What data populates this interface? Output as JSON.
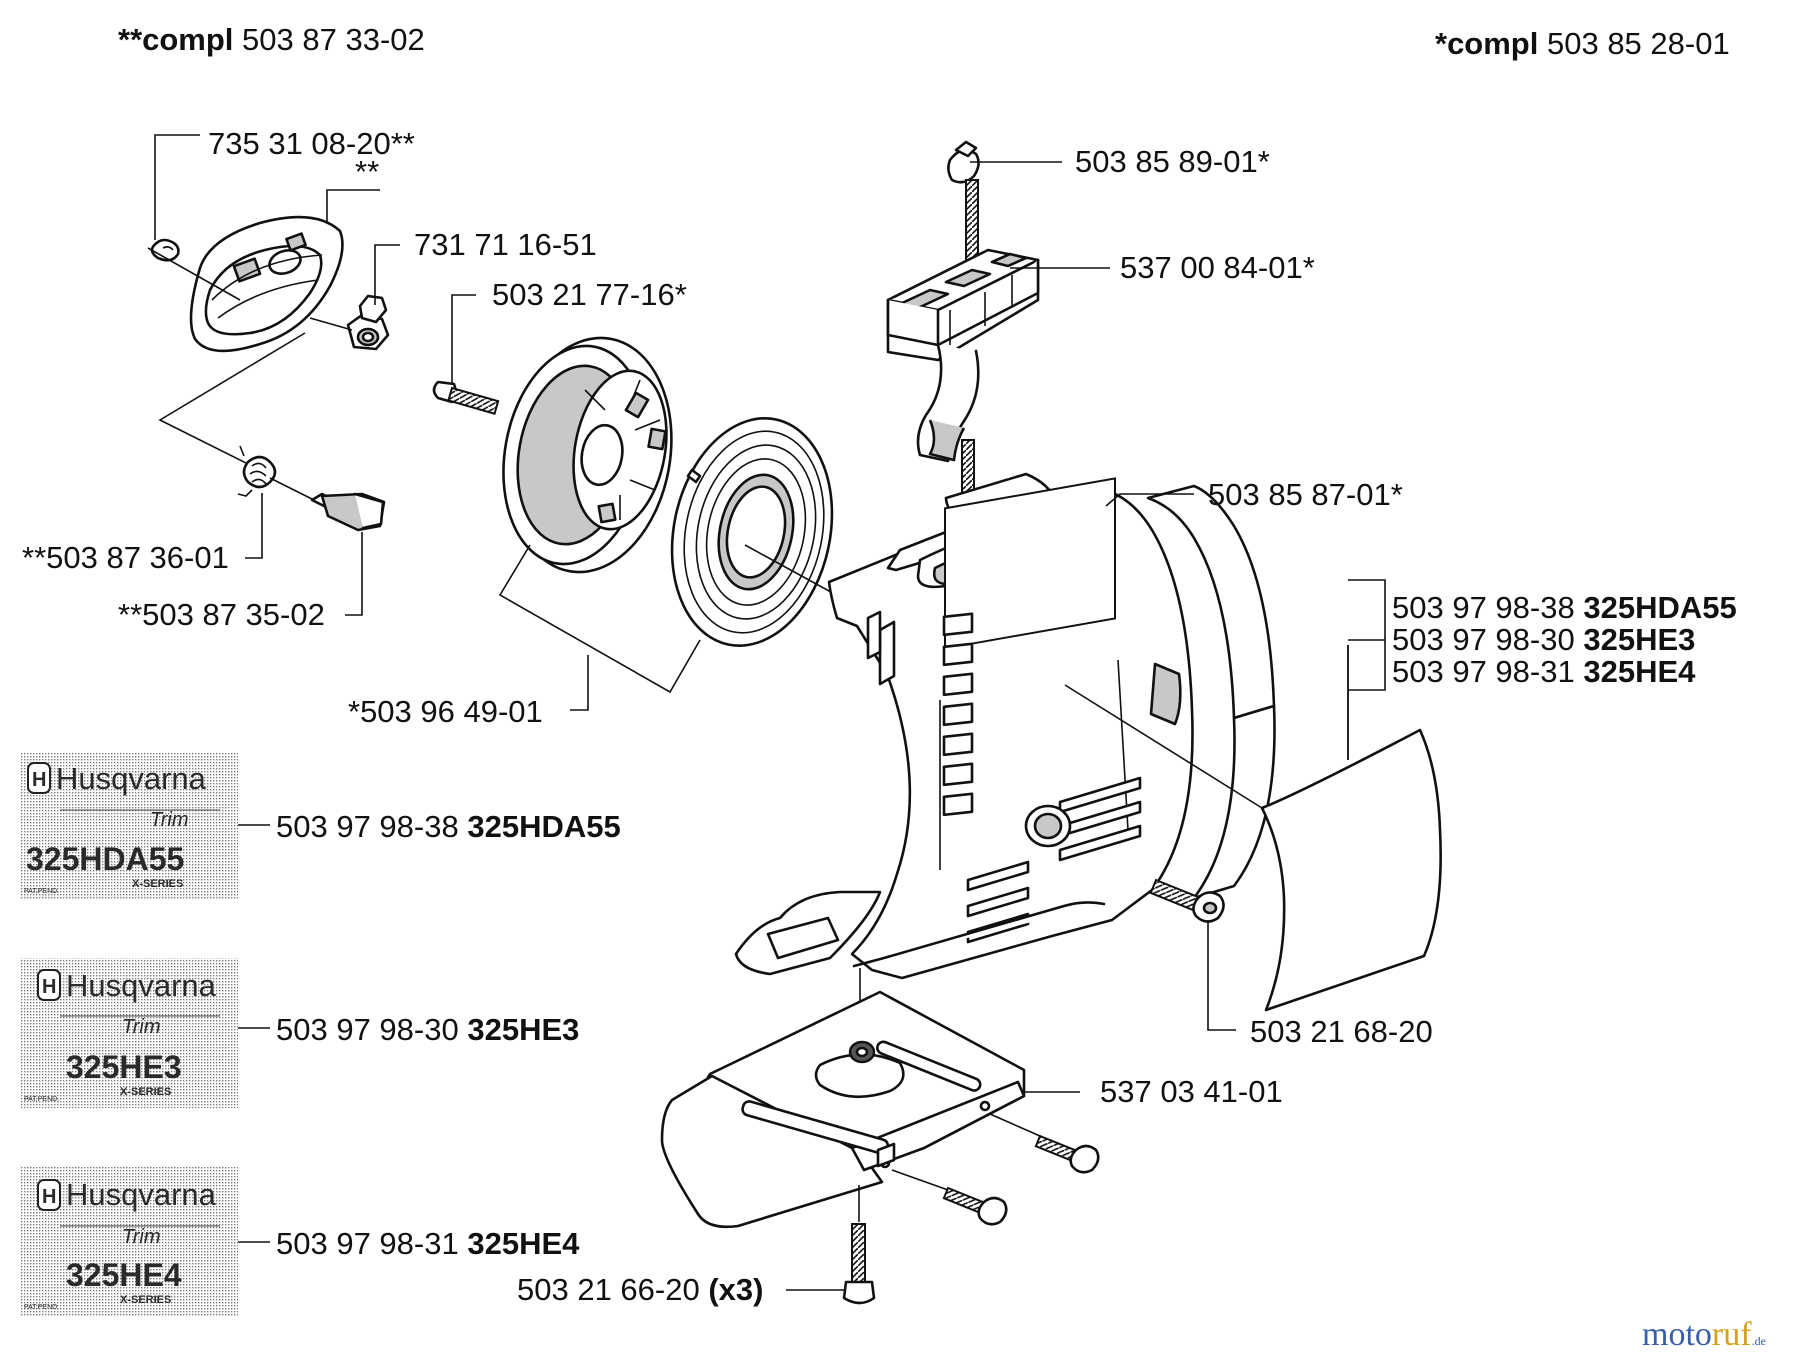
{
  "header": {
    "left": {
      "prefix": "**compl",
      "number": "503 87 33-02"
    },
    "right": {
      "prefix": "*compl",
      "number": "503 85 28-01"
    }
  },
  "labels": {
    "p1": "735 31 08-20**",
    "p2": "**",
    "p3": "731 71 16-51",
    "p4": "503 21 77-16*",
    "p5": "503 85 89-01*",
    "p6": "537 00 84-01*",
    "p7": "503 85 87-01*",
    "p8": "**503 87 36-01",
    "p9": "**503 87 35-02",
    "p10": "*503 96 49-01",
    "p11": "503 21 68-20",
    "p12": "537 03 41-01",
    "p13_num": "503 21 66-20",
    "p13_qty": "(x3)"
  },
  "decal_list": [
    {
      "number": "503 97 98-38",
      "model": "325HDA55"
    },
    {
      "number": "503 97 98-30",
      "model": "325HE3"
    },
    {
      "number": "503 97 98-31",
      "model": "325HE4"
    }
  ],
  "decals": [
    {
      "number": "503 97 98-38",
      "model": "325HDA55",
      "brand": "Husqvarna",
      "script": "Trim",
      "big": "325HDA55",
      "series": "X-SERIES",
      "pat": "PAT.PEND."
    },
    {
      "number": "503 97 98-30",
      "model": "325HE3",
      "brand": "Husqvarna",
      "script": "Trim",
      "big": "325HE3",
      "series": "X-SERIES",
      "pat": "PAT.PEND."
    },
    {
      "number": "503 97 98-31",
      "model": "325HE4",
      "brand": "Husqvarna",
      "script": "Trim",
      "big": "325HE4",
      "series": "X-SERIES",
      "pat": "PAT.PEND."
    }
  ],
  "watermark": {
    "a": "moto",
    "b": "ruf",
    "c": ".de"
  }
}
